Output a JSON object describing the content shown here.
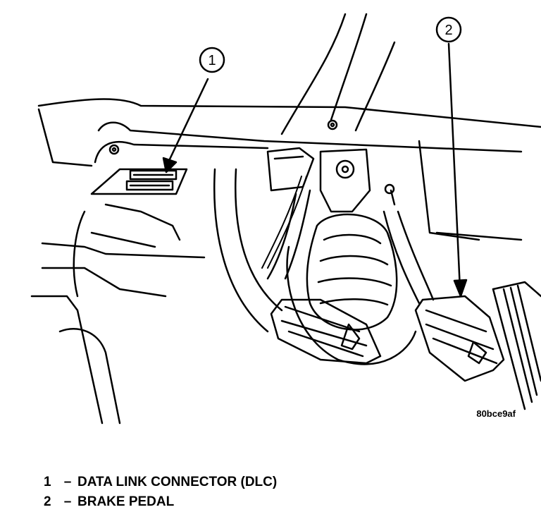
{
  "figure_code": "80bce9af",
  "callouts": [
    {
      "number": "1",
      "label": "DATA LINK CONNECTOR (DLC)"
    },
    {
      "number": "2",
      "label": "BRAKE PEDAL"
    }
  ],
  "legend_separator": "–",
  "colors": {
    "ink": "#000000",
    "paper": "#ffffff"
  }
}
